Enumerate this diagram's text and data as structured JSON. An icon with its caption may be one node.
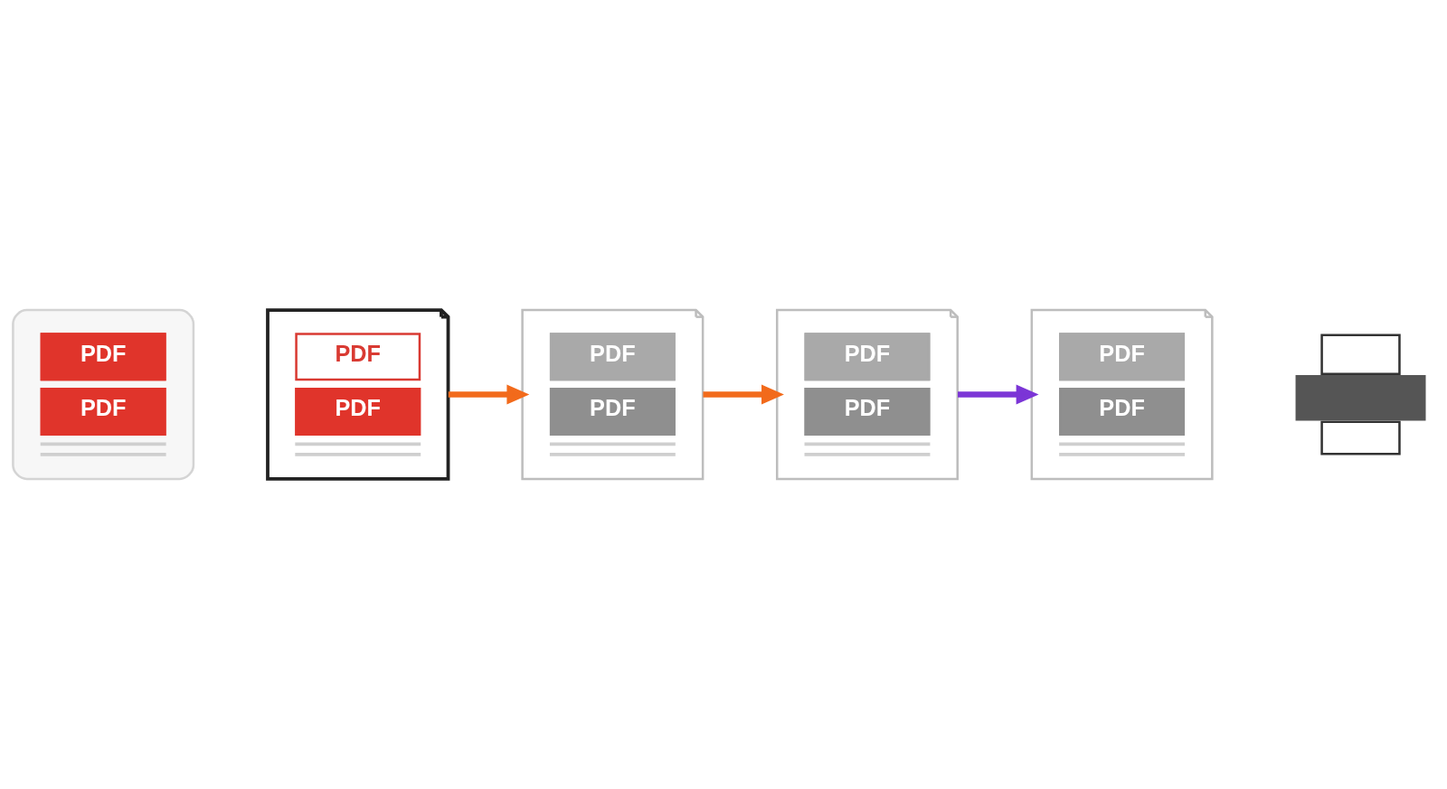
{
  "diagram": {
    "nodes": [
      {
        "text": [
          "PDF",
          "PDF"
        ]
      },
      {
        "text": [
          "PDF",
          "PDF"
        ]
      },
      {
        "text": [
          "PDF",
          "PDF"
        ]
      },
      {
        "text": [
          "PDF",
          "PDF"
        ]
      },
      {
        "text": [
          "PDF",
          "PDF"
        ]
      },
      {
        "text": [],
        "shape": "picture"
      }
    ],
    "edges": [
      {
        "from": 1,
        "to": 2,
        "arrow": "to"
      },
      {
        "from": 2,
        "to": 3,
        "arrow": "to"
      },
      {
        "from": 3,
        "to": 4,
        "arrow": "to",
        "color": "#7b35d6"
      }
    ]
  }
}
